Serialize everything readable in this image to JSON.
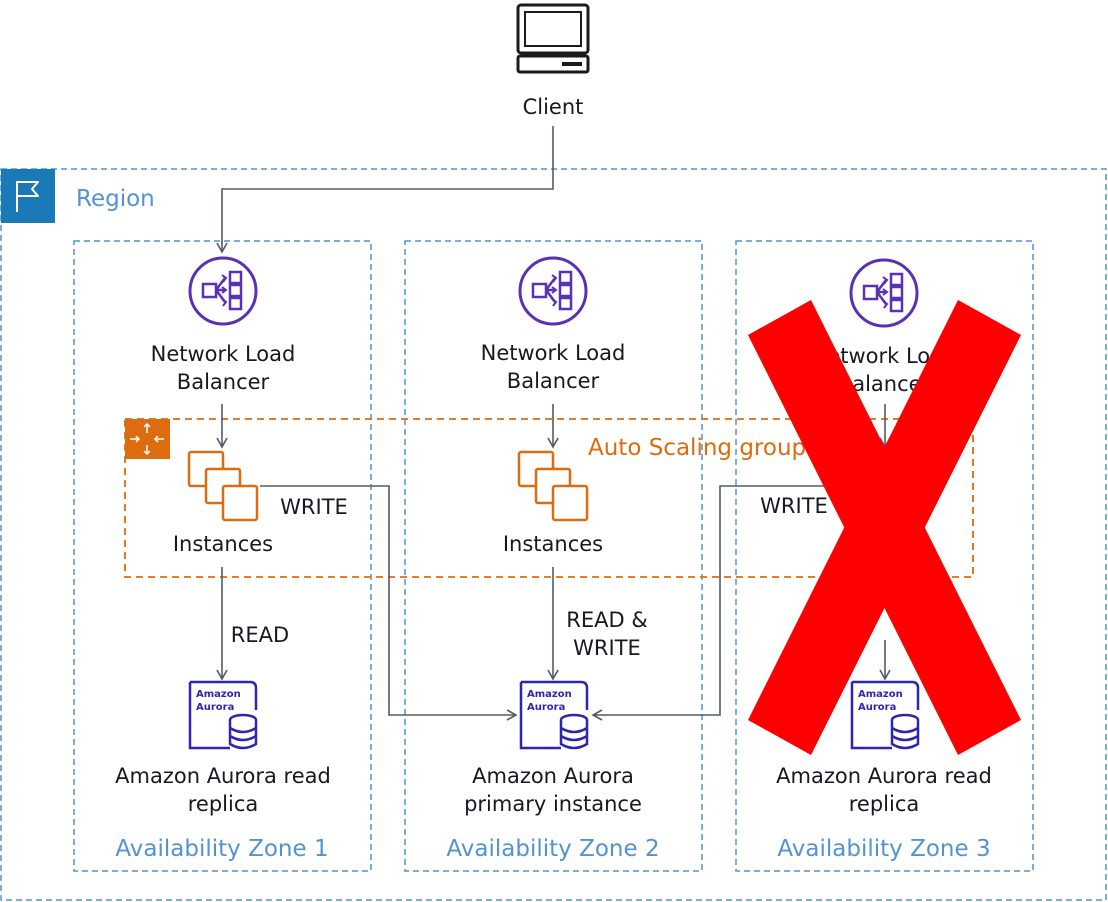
{
  "client": {
    "label": "Client",
    "icon": "client-icon"
  },
  "region": {
    "label": "Region",
    "icon": "region-flag-icon",
    "color": "#5294cf"
  },
  "auto_scaling_group": {
    "label": "Auto Scaling group",
    "icon": "auto-scaling-icon",
    "color": "#dd6b10"
  },
  "zones": [
    {
      "label": "Availability Zone 1",
      "nlb_label_line1": "Network Load",
      "nlb_label_line2": "Balancer",
      "instances_label": "Instances",
      "write_label": "WRITE",
      "read_label": "READ",
      "aurora_label_line1": "Amazon Aurora read",
      "aurora_label_line2": "replica"
    },
    {
      "label": "Availability Zone 2",
      "nlb_label_line1": "Network Load",
      "nlb_label_line2": "Balancer",
      "instances_label": "Instances",
      "rw_label_line1": "READ &",
      "rw_label_line2": "WRITE",
      "aurora_label_line1": "Amazon Aurora",
      "aurora_label_line2": "primary instance"
    },
    {
      "label": "Availability Zone 3",
      "nlb_label_line1": "Network Load",
      "nlb_label_line2": "Balancer",
      "write_label": "WRITE",
      "aurora_label_line1": "Amazon Aurora read",
      "aurora_label_line2": "replica",
      "status": "failed"
    }
  ],
  "aurora_icon_text": {
    "line1": "Amazon",
    "line2": "Aurora"
  },
  "colors": {
    "nlb": "#5a30b5",
    "ec2": "#dd6b10",
    "aurora": "#2e27ad",
    "failure_x": "#ff0000",
    "arrow": "#545b64"
  }
}
